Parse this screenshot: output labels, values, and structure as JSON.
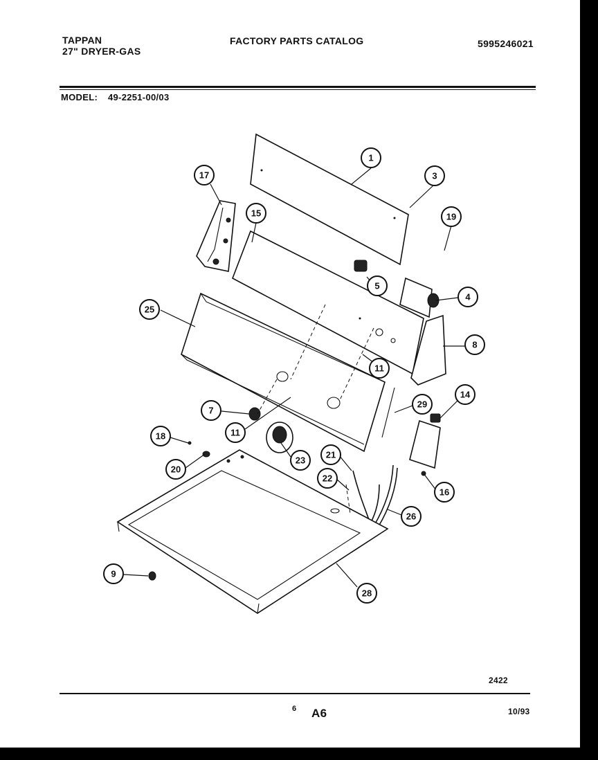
{
  "header": {
    "brand": "TAPPAN",
    "product": "27\" DRYER-GAS",
    "catalog_title": "FACTORY PARTS CATALOG",
    "catalog_number": "5995246021",
    "model_label": "MODEL:",
    "model_number": "49-2251-00/03"
  },
  "footer": {
    "diagram_number": "2422",
    "page_number": "6",
    "section_code": "A6",
    "date": "10/93"
  },
  "callouts": [
    "1",
    "3",
    "17",
    "15",
    "19",
    "5",
    "4",
    "25",
    "8",
    "11",
    "7",
    "11",
    "29",
    "14",
    "18",
    "23",
    "21",
    "20",
    "22",
    "16",
    "26",
    "9",
    "28"
  ]
}
